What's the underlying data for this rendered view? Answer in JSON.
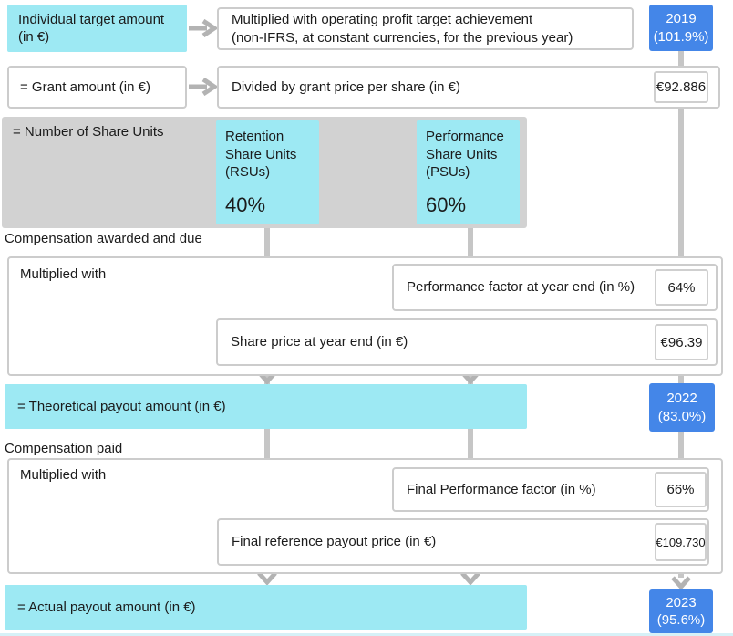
{
  "colors": {
    "accent_cyan": "#9de9f3",
    "accent_blue": "#4486e8",
    "gray_band": "#d2d2d2",
    "connector_gray": "#c6c6c6"
  },
  "step1": {
    "box": "Individual target amount (in €)",
    "operation_line1": "Multiplied with operating profit target achievement",
    "operation_line2": "(non-IFRS, at constant currencies, for the previous year)",
    "year": "2019",
    "achievement": "(101.9%)"
  },
  "step2": {
    "box": "= Grant amount (in €)",
    "operation": "Divided by grant price per share (in €)",
    "value": "€92.886"
  },
  "step3": {
    "box": "= Number of Share Units",
    "rsu": {
      "line1": "Retention",
      "line2": "Share Units",
      "line3": "(RSUs)",
      "pct": "40%"
    },
    "psu": {
      "line1": "Performance",
      "line2": "Share Units",
      "line3": "(PSUs)",
      "pct": "60%"
    }
  },
  "awarded": {
    "heading": "Compensation awarded and due",
    "multiplied_label": "Multiplied with",
    "performance_label": "Performance factor at year end (in %)",
    "performance_value": "64%",
    "share_price_label": "Share price at year end (in €)",
    "share_price_value": "€96.39",
    "result": "= Theoretical payout amount (in €)",
    "year": "2022",
    "achievement": "(83.0%)"
  },
  "paid": {
    "heading": "Compensation paid",
    "multiplied_label": "Multiplied with",
    "performance_label": "Final Performance factor (in %)",
    "performance_value": "66%",
    "price_label": "Final reference payout price (in €)",
    "price_value": "€109.730",
    "result": "= Actual payout amount (in €)",
    "year": "2023",
    "achievement": "(95.6%)"
  }
}
